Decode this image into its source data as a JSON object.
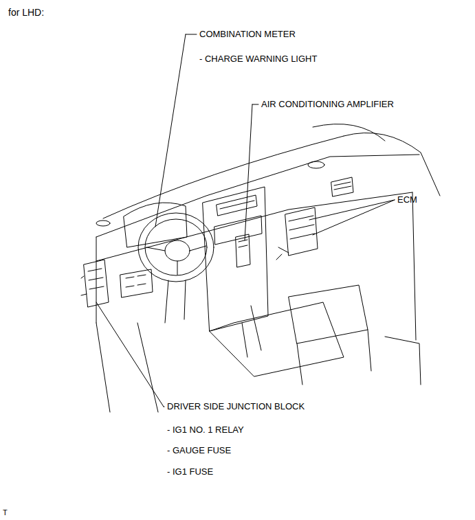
{
  "diagram": {
    "labels": [
      "for LHD:",
      "COMBINATION METER",
      "- CHARGE WARNING LIGHT",
      "AIR CONDITIONING AMPLIFIER",
      "ECM",
      "DRIVER SIDE JUNCTION BLOCK",
      "- IG1 NO. 1 RELAY",
      "- GAUGE FUSE",
      "- IG1 FUSE",
      "T"
    ]
  }
}
